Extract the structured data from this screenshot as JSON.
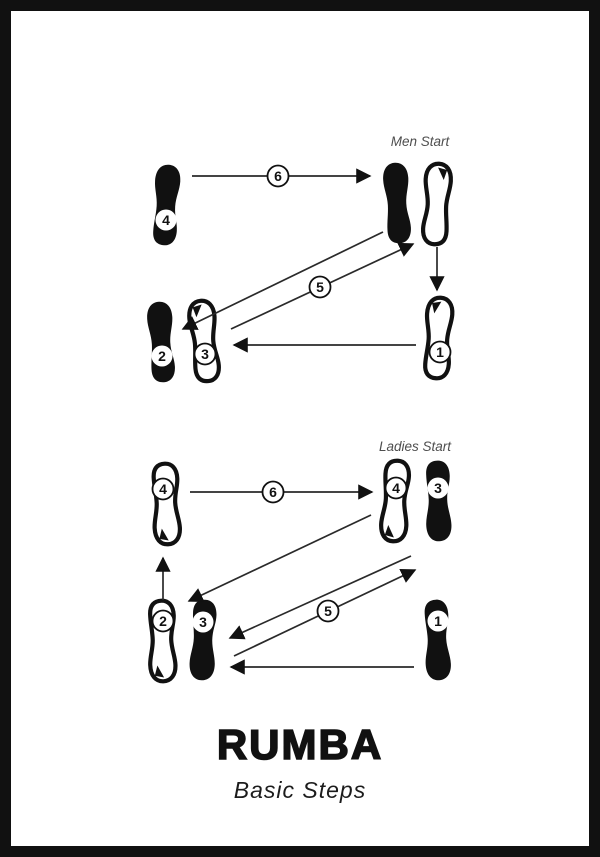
{
  "poster": {
    "title": "RUMBA",
    "subtitle": "Basic Steps"
  },
  "men": {
    "label": "Men Start",
    "badges": {
      "b1": "1",
      "b2": "2",
      "b3": "3",
      "b4": "4",
      "b5": "5",
      "b6": "6"
    }
  },
  "ladies": {
    "label": "Ladies Start",
    "badges": {
      "b1": "1",
      "b2": "2",
      "b3a": "3",
      "b3b": "3",
      "b4a": "4",
      "b4b": "4",
      "b5": "5",
      "b6": "6"
    }
  },
  "colors": {
    "ink": "#111111",
    "paper": "#ffffff",
    "label_gray": "#4e4e4e"
  }
}
